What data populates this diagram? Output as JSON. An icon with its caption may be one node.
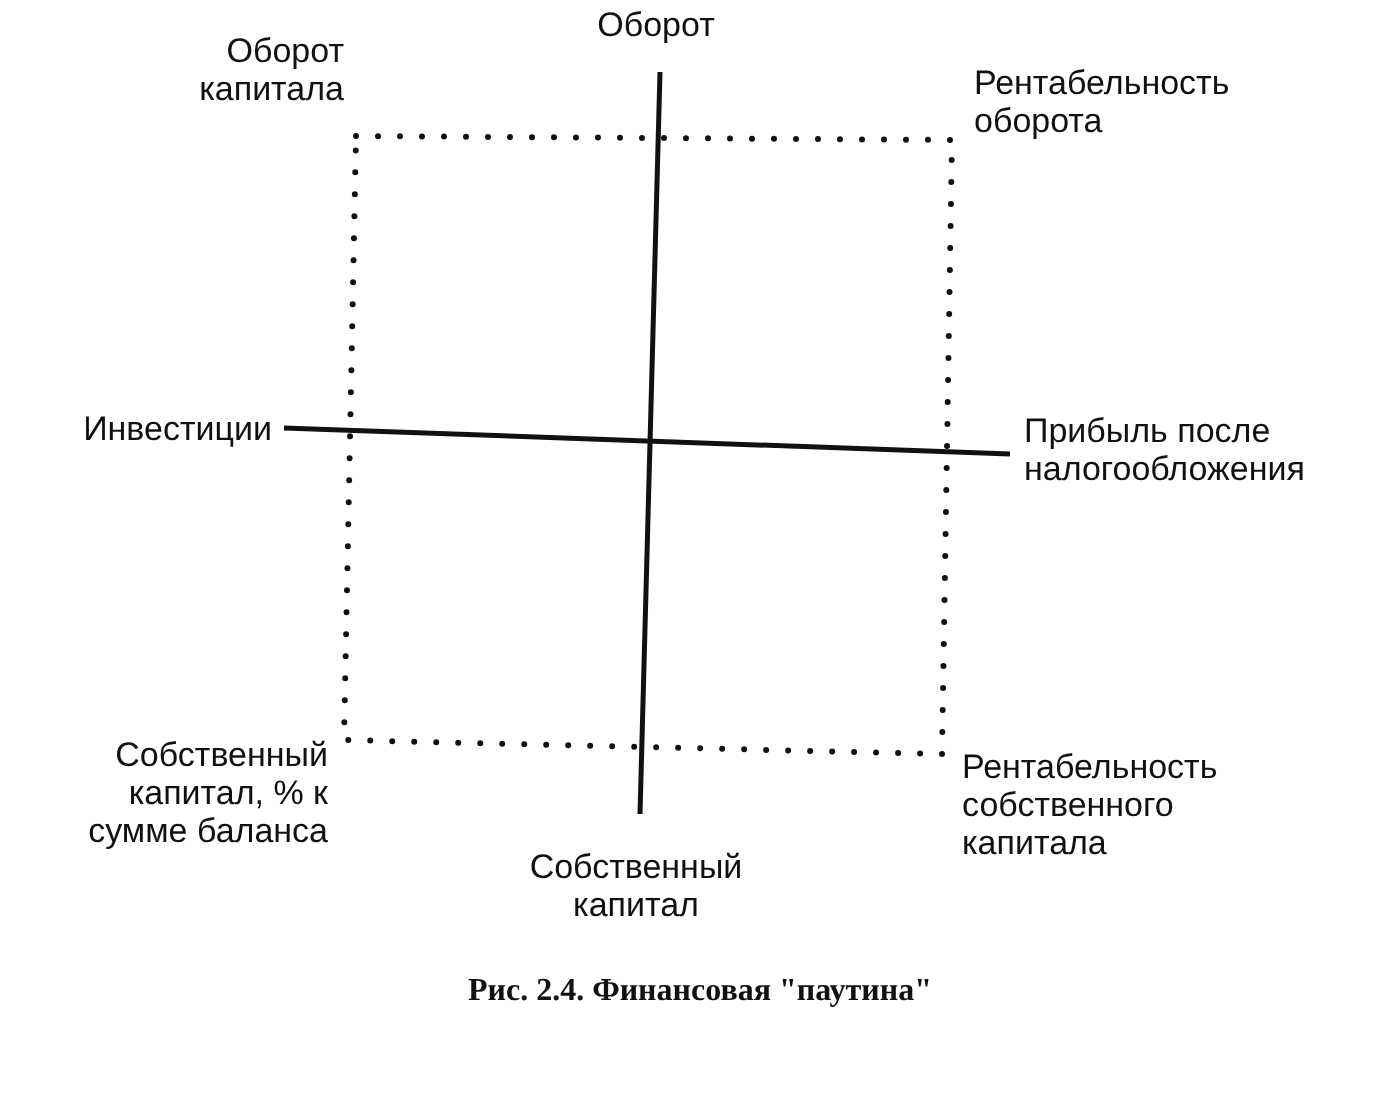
{
  "diagram": {
    "caption": "Рис. 2.4. Финансовая \"паутина\"",
    "labels": [
      "Оборот",
      "Оборот капитала",
      "Рентабельность оборота",
      "Инвестиции",
      "Прибыль после налогообложения",
      "Собственный капитал, % к сумме баланса",
      "Рентабельность собственного капитала",
      "Собственный капитал"
    ]
  }
}
